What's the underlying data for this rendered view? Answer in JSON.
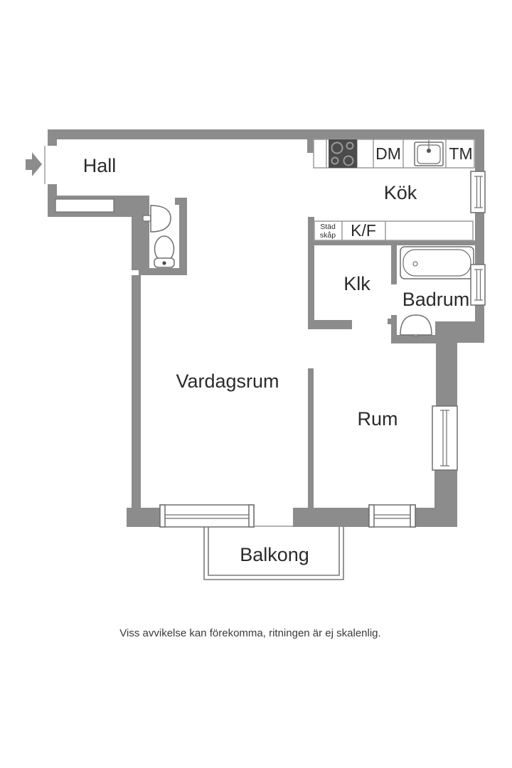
{
  "floorplan": {
    "rooms": {
      "hall": "Hall",
      "kok": "Kök",
      "klk": "Klk",
      "badrum": "Badrum",
      "vardagsrum": "Vardagsrum",
      "rum": "Rum",
      "balkong": "Balkong"
    },
    "appliances": {
      "dm": "DM",
      "tm": "TM",
      "kf": "K/F",
      "stad_line1": "Städ",
      "stad_line2": "skåp"
    },
    "disclaimer": "Viss avvikelse kan förekomma, ritningen är ej skalenlig.",
    "colors": {
      "wall": "#8C8C8C",
      "outline": "#6E6E6E",
      "thin_line": "#9B9B9B",
      "stove": "#4B4B4B",
      "label": "#2B2B2B",
      "disclaimer": "#3A3A3A"
    }
  }
}
